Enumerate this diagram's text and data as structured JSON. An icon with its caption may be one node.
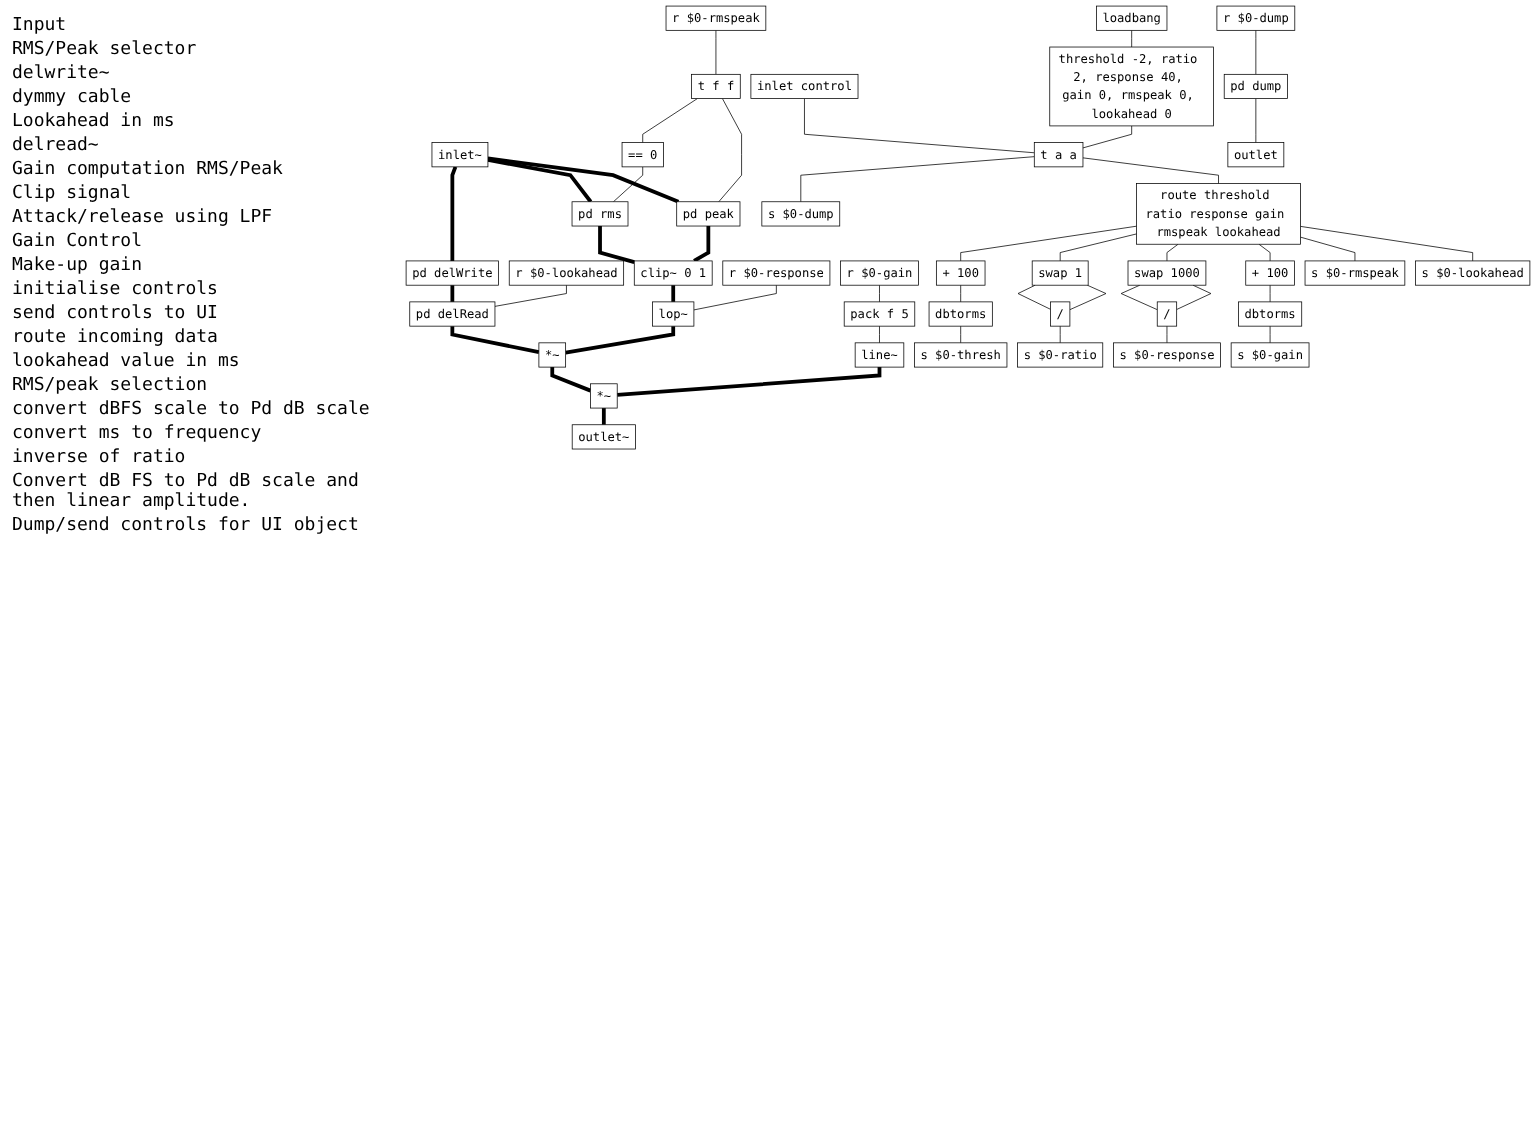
{
  "diagram": {
    "nodes": [
      {
        "text": [
          "inlet~"
        ]
      },
      {
        "text": [
          "r $0-rmspeak"
        ]
      },
      {
        "text": [
          "t f f"
        ]
      },
      {
        "text": [
          "== 0"
        ]
      },
      {
        "text": [
          "pd delWrite"
        ]
      },
      {
        "text": [
          "pd rms"
        ]
      },
      {
        "text": [
          "pd peak"
        ]
      },
      {
        "text": [
          "r $0-lookahead"
        ]
      },
      {
        "text": [
          "pd delRead"
        ]
      },
      {
        "text": [
          "clip~ 0 1"
        ]
      },
      {
        "text": [
          "r $0-response"
        ]
      },
      {
        "text": [
          "lop~"
        ]
      },
      {
        "text": [
          "*~"
        ]
      },
      {
        "text": [
          "r $0-gain"
        ]
      },
      {
        "text": [
          "pack f 5"
        ]
      },
      {
        "text": [
          "line~"
        ]
      },
      {
        "text": [
          "*~"
        ]
      },
      {
        "text": [
          "outlet~"
        ]
      },
      {
        "text": [
          "inlet control"
        ]
      },
      {
        "text": [
          "loadbang"
        ]
      },
      {
        "text": [
          "threshold -2, ratio 2, response 40, gain 0, rmspeak 0, lookahead 0"
        ]
      },
      {
        "text": [
          "t a a"
        ]
      },
      {
        "text": [
          "s $0-dump"
        ]
      },
      {
        "text": [
          "route threshold ratio response gain rmspeak lookahead"
        ]
      },
      {
        "text": [
          "+ 100"
        ]
      },
      {
        "text": [
          "s $0-lookahead"
        ]
      },
      {
        "text": [
          "dbtorms"
        ]
      },
      {
        "text": [
          "s $0-rmspeak"
        ]
      },
      {
        "text": [
          "s $0-gain"
        ]
      },
      {
        "text": [
          "swap 1000"
        ]
      },
      {
        "text": [
          "swap 1"
        ]
      },
      {
        "text": [
          "/"
        ]
      },
      {
        "text": [
          "+ 100"
        ]
      },
      {
        "text": [
          "/"
        ]
      },
      {
        "text": [
          "s $0-response"
        ]
      },
      {
        "text": [
          "s $0-ratio"
        ]
      },
      {
        "text": [
          "dbtorms"
        ]
      },
      {
        "text": [
          "s $0-thresh"
        ]
      },
      {
        "text": [
          "r $0-dump"
        ]
      },
      {
        "text": [
          "pd dump"
        ]
      },
      {
        "text": [
          "outlet"
        ]
      }
    ],
    "edges": [
      {
        "from": 0,
        "to": 4,
        "arrow": "none",
        "style": "thick"
      },
      {
        "from": 0,
        "to": 5,
        "arrow": "none",
        "style": "thick"
      },
      {
        "from": 0,
        "to": 6,
        "arrow": "none",
        "style": "thick"
      },
      {
        "from": 1,
        "to": 2,
        "arrow": "none"
      },
      {
        "from": 2,
        "to": 3,
        "arrow": "none"
      },
      {
        "from": 3,
        "to": 5,
        "arrow": "none"
      },
      {
        "from": 2,
        "to": 6,
        "arrow": "none"
      },
      {
        "from": 4,
        "to": 8,
        "arrow": "none",
        "style": "thick"
      },
      {
        "from": 7,
        "to": 8,
        "arrow": "none"
      },
      {
        "from": 5,
        "to": 9,
        "arrow": "none",
        "style": "thick"
      },
      {
        "from": 6,
        "to": 9,
        "arrow": "none",
        "style": "thick"
      },
      {
        "from": 9,
        "to": 11,
        "arrow": "none",
        "style": "thick"
      },
      {
        "from": 10,
        "to": 11,
        "arrow": "none"
      },
      {
        "from": 8,
        "to": 12,
        "arrow": "none",
        "style": "thick"
      },
      {
        "from": 11,
        "to": 12,
        "arrow": "none",
        "style": "thick"
      },
      {
        "from": 12,
        "to": 16,
        "arrow": "none",
        "style": "thick"
      },
      {
        "from": 13,
        "to": 14,
        "arrow": "none"
      },
      {
        "from": 14,
        "to": 15,
        "arrow": "none"
      },
      {
        "from": 15,
        "to": 16,
        "arrow": "none",
        "style": "thick"
      },
      {
        "from": 16,
        "to": 17,
        "arrow": "none",
        "style": "thick"
      },
      {
        "from": 18,
        "to": 21,
        "arrow": "none"
      },
      {
        "from": 19,
        "to": 20,
        "arrow": "none"
      },
      {
        "from": 20,
        "to": 21,
        "arrow": "none"
      },
      {
        "from": 21,
        "to": 22,
        "arrow": "none"
      },
      {
        "from": 21,
        "to": 23,
        "arrow": "none"
      },
      {
        "from": 23,
        "to": 32,
        "arrow": "none"
      },
      {
        "from": 23,
        "to": 30,
        "arrow": "none"
      },
      {
        "from": 23,
        "to": 29,
        "arrow": "none"
      },
      {
        "from": 23,
        "to": 24,
        "arrow": "none"
      },
      {
        "from": 23,
        "to": 27,
        "arrow": "none"
      },
      {
        "from": 23,
        "to": 25,
        "arrow": "none"
      },
      {
        "from": 24,
        "to": 26,
        "arrow": "none"
      },
      {
        "from": 26,
        "to": 28,
        "arrow": "none"
      },
      {
        "from": 29,
        "to": 31,
        "arrow": "none"
      },
      {
        "from": 29,
        "to": 31,
        "arrow": "none"
      },
      {
        "from": 31,
        "to": 34,
        "arrow": "none"
      },
      {
        "from": 30,
        "to": 33,
        "arrow": "none"
      },
      {
        "from": 30,
        "to": 33,
        "arrow": "none"
      },
      {
        "from": 33,
        "to": 35,
        "arrow": "none"
      },
      {
        "from": 32,
        "to": 36,
        "arrow": "none"
      },
      {
        "from": 36,
        "to": 37,
        "arrow": "none"
      },
      {
        "from": 38,
        "to": 39,
        "arrow": "none"
      },
      {
        "from": 39,
        "to": 40,
        "arrow": "none"
      }
    ],
    "labels": [
      "Input",
      "RMS/Peak selector",
      "delwrite~",
      "dymmy cable",
      "Lookahead in ms",
      "delread~",
      "Gain computation RMS/Peak",
      "Clip signal",
      "Attack/release using LPF",
      "Gain Control",
      "Make-up gain",
      "initialise controls",
      "send controls to UI",
      "route incoming data",
      "lookahead value in ms",
      "RMS/peak selection",
      "convert dBFS scale to Pd dB scale",
      "convert ms to frequency",
      "inverse of ratio",
      "Convert dB FS to Pd dB scale and then linear amplitude.",
      "Dump/send controls for UI object"
    ]
  }
}
